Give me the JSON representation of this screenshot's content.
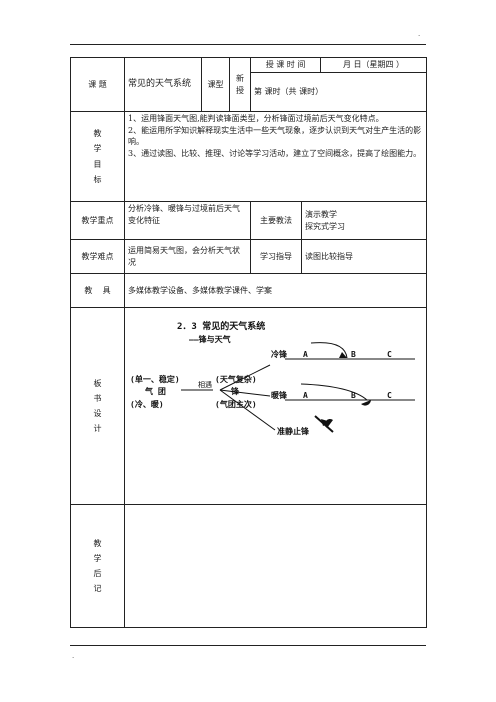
{
  "header_mark": ".",
  "footer_mark": ".",
  "table": {
    "lesson_label": "课  题",
    "lesson_title": "常见的天气系统",
    "type_label": "课型",
    "type_value": "新授",
    "time_label": "授 课 时 间",
    "date_value": "月  日（星期四 ）",
    "period_value": "第   课时（共 课时）",
    "goals_label": [
      "教",
      "学",
      "目",
      "标"
    ],
    "goals": [
      "1、运用锋面天气图,能判读锋面类型，分析锋面过境前后天气变化特点。",
      "2、能运用所学知识解释现实生活中一些天气现象，逐步认识到天气对生产生活的影响。",
      "3、通过读图、比较、推理、讨论等学习活动，建立了空间概念，提高了绘图能力。"
    ],
    "key_label": "教学重点",
    "key_content": "分析冷锋、暖锋与过境前后天气变化特征",
    "method_label": "主要教法",
    "method_content": "演示教学\n探究式学习",
    "difficulty_label": "教学难点",
    "difficulty_content": "运用简易天气图，会分析天气状况",
    "guide_label": "学习指导",
    "guide_content": "读图比较指导",
    "tools_label": "教    具",
    "tools_content": "多媒体教学设备、多媒体教学课件、学案",
    "board_label": [
      "板",
      "书",
      "设",
      "计"
    ],
    "reflection_label": [
      "教",
      "学",
      "后",
      "记"
    ]
  },
  "board": {
    "title": "2．3 常见的天气系统",
    "subtitle": "——锋与天气",
    "left_top": "(单一、稳定)",
    "air_mass": "气   团",
    "meet": "相遇",
    "left_bottom": "(冷、暖)",
    "mid_top": "(天气复杂)",
    "front": "锋",
    "mid_bottom": "(气团主次)",
    "cold_front": "冷锋",
    "warm_front": "暖锋",
    "stationary_front": "准静止锋",
    "points": [
      "A",
      "B",
      "C"
    ]
  }
}
